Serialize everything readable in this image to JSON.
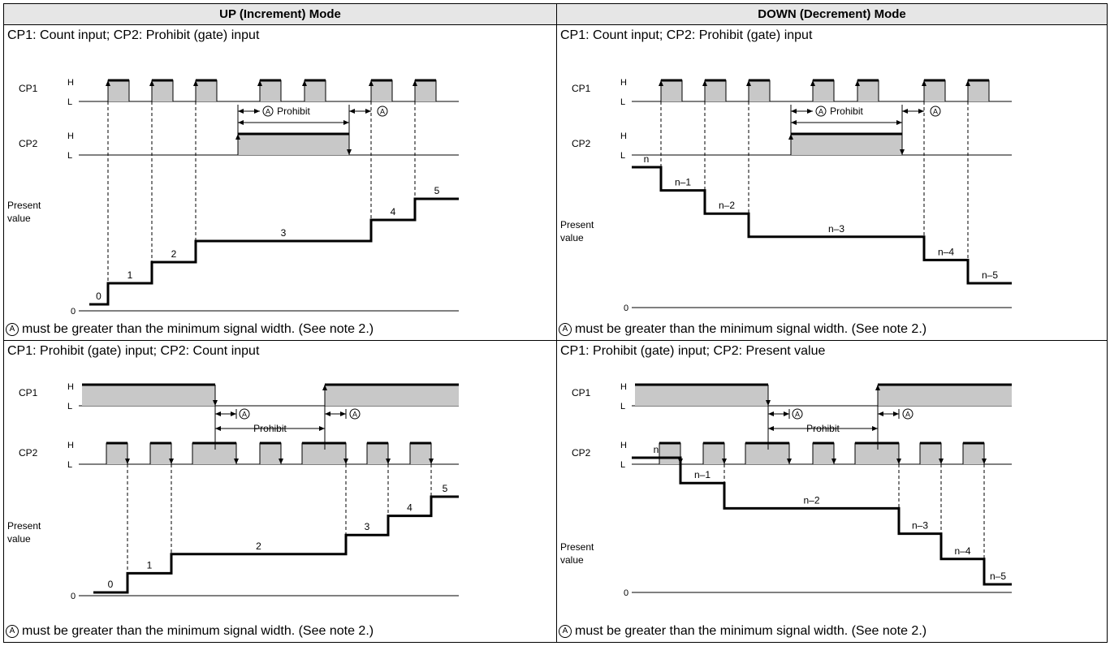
{
  "headers": {
    "up": "UP (Increment) Mode",
    "down": "DOWN (Decrement) Mode"
  },
  "panels": {
    "up_top": {
      "title": "CP1: Count input; CP2: Prohibit (gate) input",
      "cp1": "CP1",
      "cp2": "CP2",
      "high": "H",
      "low": "L",
      "present": "Present",
      "value": "value",
      "prohibit": "Prohibit",
      "mark": "Ⓐ",
      "steps": [
        "0",
        "1",
        "2",
        "3",
        "4",
        "5"
      ],
      "zero": "0",
      "note": "must be greater than the minimum signal width. (See note 2.)"
    },
    "down_top": {
      "title": "CP1: Count input; CP2: Prohibit (gate) input",
      "cp1": "CP1",
      "cp2": "CP2",
      "high": "H",
      "low": "L",
      "present": "Present",
      "value": "value",
      "prohibit": "Prohibit",
      "mark": "Ⓐ",
      "steps": [
        "n",
        "n–1",
        "n–2",
        "n–3",
        "n–4",
        "n–5"
      ],
      "zero": "0",
      "note": "must be greater than the minimum signal width. (See note 2.)"
    },
    "up_bottom": {
      "title": "CP1: Prohibit (gate) input; CP2: Count input",
      "cp1": "CP1",
      "cp2": "CP2",
      "high": "H",
      "low": "L",
      "present": "Present",
      "value": "value",
      "prohibit": "Prohibit",
      "mark": "Ⓐ",
      "steps": [
        "0",
        "1",
        "2",
        "3",
        "4",
        "5"
      ],
      "zero": "0",
      "note": "must be greater than the minimum signal width. (See note 2.)"
    },
    "down_bottom": {
      "title": "CP1: Prohibit (gate) input; CP2: Present value",
      "cp1": "CP1",
      "cp2": "CP2",
      "high": "H",
      "low": "L",
      "present": "Present",
      "value": "value",
      "prohibit": "Prohibit",
      "mark": "Ⓐ",
      "steps": [
        "n",
        "n–1",
        "n–2",
        "n–3",
        "n–4",
        "n–5"
      ],
      "zero": "0",
      "note": "must be greater than the minimum signal width. (See note 2.)"
    }
  },
  "colors": {
    "pulse_fill": "#c8c8c8",
    "line": "#000000",
    "header_bg": "#e6e6e6"
  }
}
